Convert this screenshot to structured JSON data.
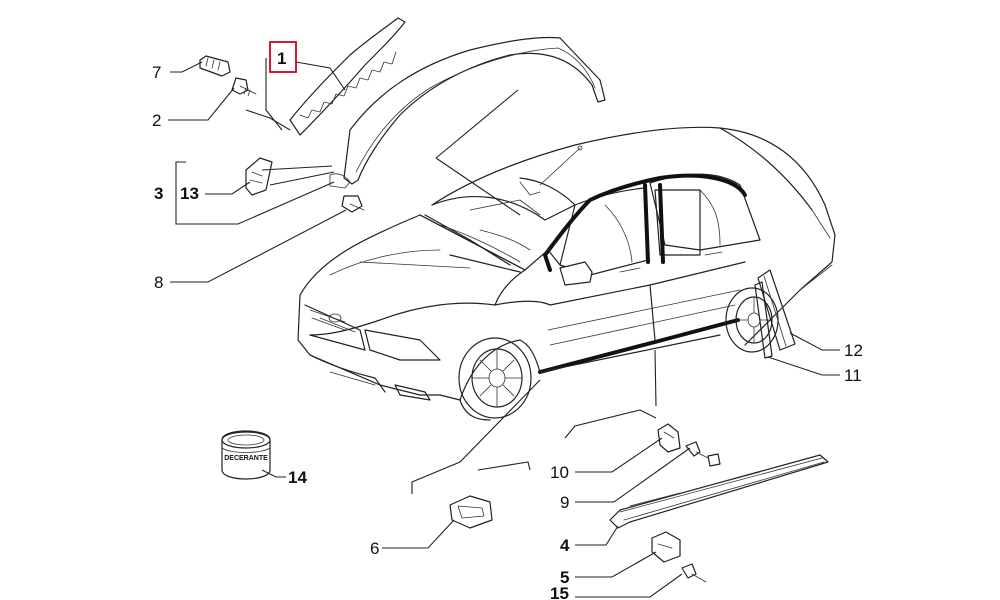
{
  "callouts": {
    "c1": "1",
    "c2": "2",
    "c3": "3",
    "c4": "4",
    "c5": "5",
    "c6": "6",
    "c7": "7",
    "c8": "8",
    "c9": "9",
    "c10": "10",
    "c11": "11",
    "c12": "12",
    "c13": "13",
    "c14": "14",
    "c15": "15"
  },
  "jar_label": "DECERANTE",
  "colors": {
    "line": "#222222",
    "highlight_box": "#d0021b",
    "background": "#ffffff"
  }
}
